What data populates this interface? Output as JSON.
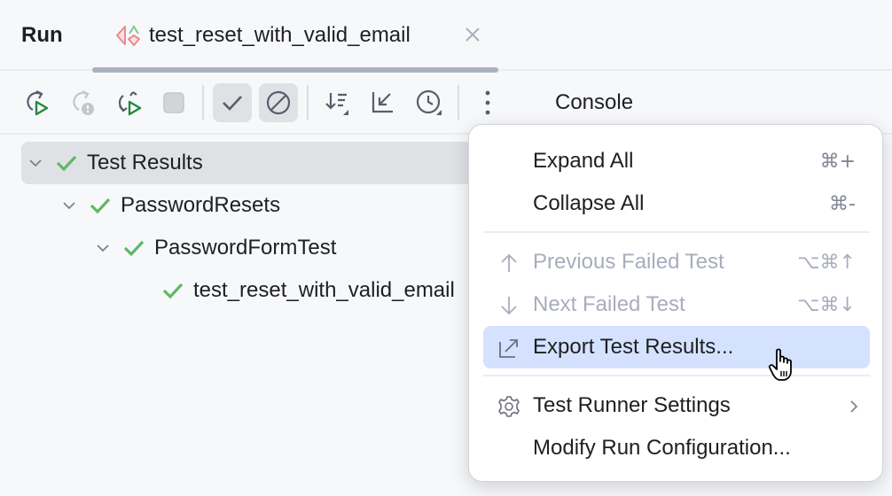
{
  "header": {
    "title": "Run",
    "tab": {
      "label": "test_reset_with_valid_email",
      "icon": "test-failed-passed-icon",
      "close_icon": "close-icon"
    }
  },
  "toolbar": {
    "buttons": [
      {
        "name": "rerun",
        "icon": "rerun-icon"
      },
      {
        "name": "rerun-failed",
        "icon": "rerun-failed-icon",
        "disabled": true
      },
      {
        "name": "toggle-auto-test",
        "icon": "auto-rerun-icon"
      },
      {
        "name": "stop",
        "icon": "stop-icon",
        "disabled": true
      },
      {
        "name": "show-passed",
        "icon": "check-icon",
        "toggled": true
      },
      {
        "name": "show-ignored",
        "icon": "ignored-icon",
        "toggled": true
      },
      {
        "name": "sort",
        "icon": "sort-icon"
      },
      {
        "name": "import-tests",
        "icon": "import-icon"
      },
      {
        "name": "test-history",
        "icon": "clock-icon"
      },
      {
        "name": "more",
        "icon": "more-vertical-icon"
      }
    ],
    "console_label": "Console"
  },
  "tree": {
    "items": [
      {
        "label": "Test Results",
        "level": 0,
        "status": "passed",
        "expanded": true,
        "selected": true
      },
      {
        "label": "PasswordResets",
        "level": 1,
        "status": "passed",
        "expanded": true
      },
      {
        "label": "PasswordFormTest",
        "level": 2,
        "status": "passed",
        "expanded": true
      },
      {
        "label": "test_reset_with_valid_email",
        "level": 3,
        "status": "passed"
      }
    ]
  },
  "menu": {
    "items": [
      {
        "label": "Expand All",
        "shortcut": "⌘+"
      },
      {
        "label": "Collapse All",
        "shortcut": "⌘-"
      },
      {
        "label": "Previous Failed Test",
        "shortcut": "⌥⌘↑",
        "icon": "arrow-up-icon",
        "disabled": true
      },
      {
        "label": "Next Failed Test",
        "shortcut": "⌥⌘↓",
        "icon": "arrow-down-icon",
        "disabled": true
      },
      {
        "label": "Export Test Results...",
        "icon": "export-icon",
        "hovered": true
      },
      {
        "label": "Test Runner Settings",
        "icon": "gear-icon",
        "submenu": true
      },
      {
        "label": "Modify Run Configuration..."
      }
    ]
  },
  "colors": {
    "passed": "#5fb865",
    "hover": "#d4e2ff",
    "selected": "#dfe1e5",
    "run_green": "#208a3c"
  }
}
